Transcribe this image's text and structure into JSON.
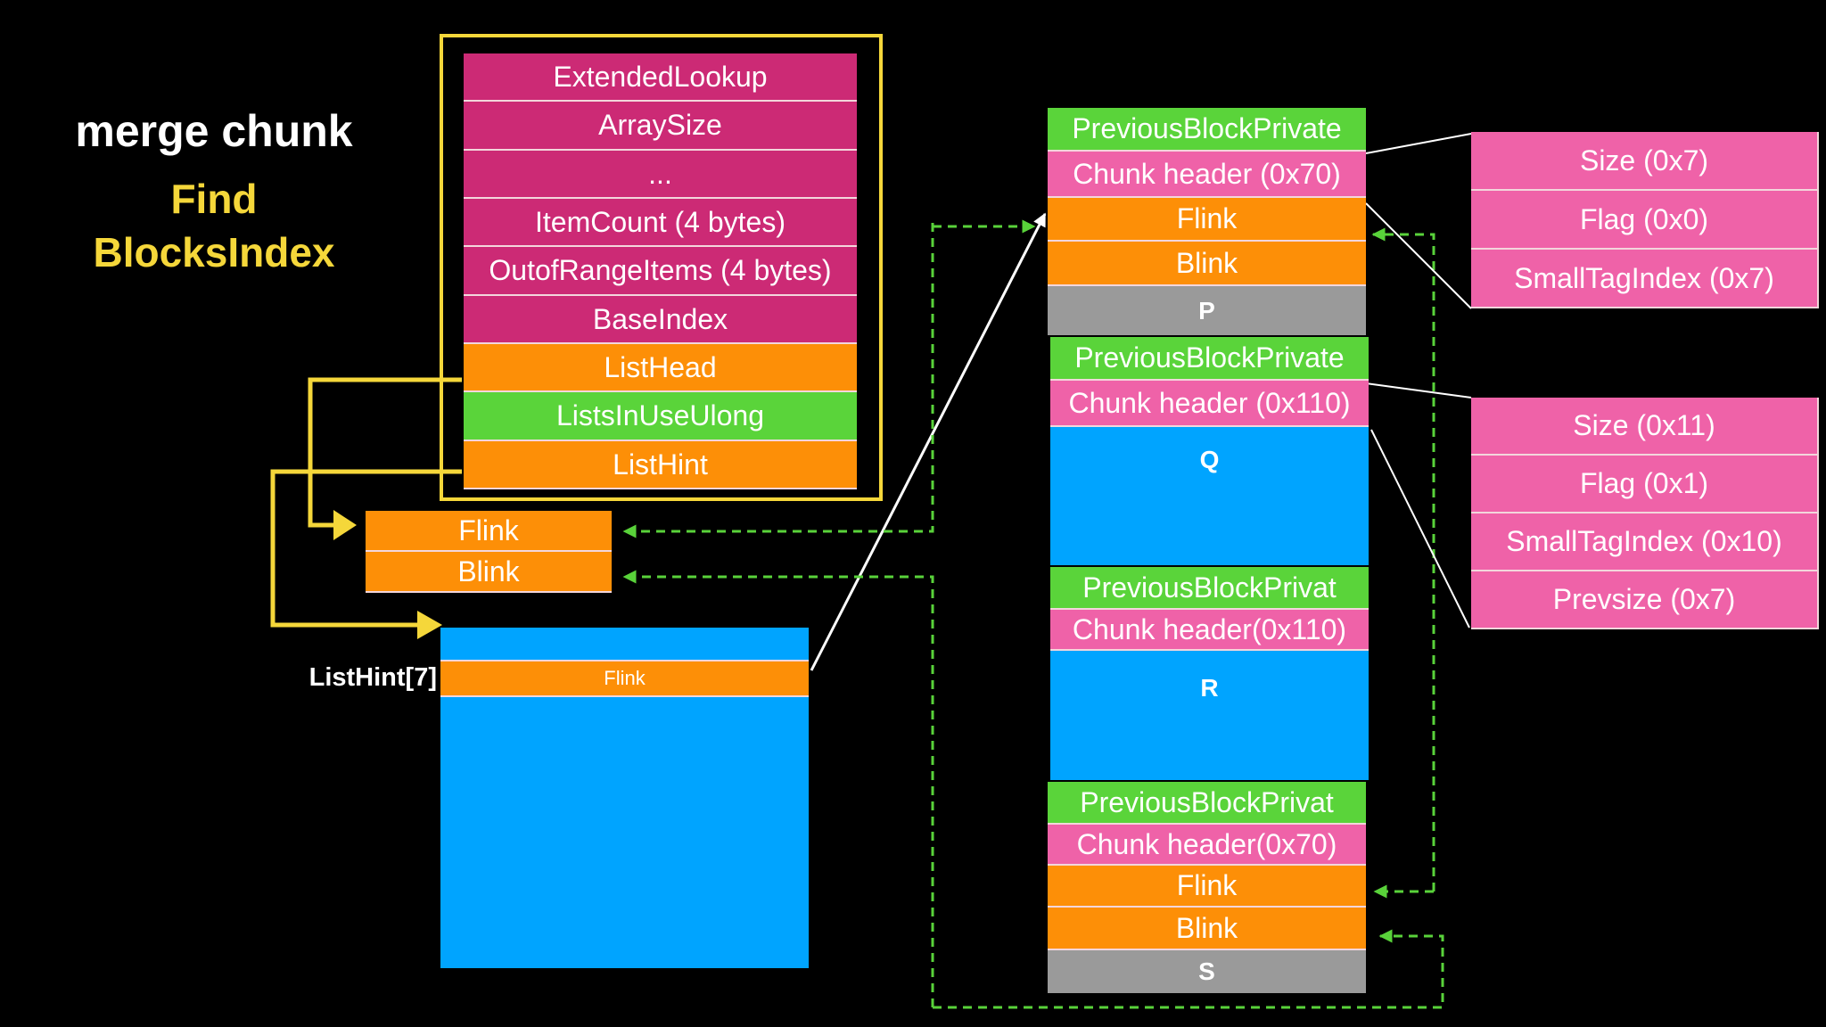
{
  "title": {
    "main": "merge chunk",
    "sub_line1": "Find",
    "sub_line2": "BlocksIndex"
  },
  "blocks_index": {
    "fields": [
      "ExtendedLookup",
      "ArraySize",
      "...",
      "ItemCount (4 bytes)",
      "OutofRangeItems (4 bytes)",
      "BaseIndex",
      "ListHead",
      "ListsInUseUlong",
      "ListHint"
    ]
  },
  "list_head": {
    "flink": "Flink",
    "blink": "Blink"
  },
  "list_hint": {
    "label": "ListHint[7]",
    "flink": "Flink"
  },
  "chunk_p": {
    "prev": "PreviousBlockPrivate",
    "header": "Chunk header (0x70)",
    "flink": "Flink",
    "blink": "Blink",
    "name": "P"
  },
  "chunk_q": {
    "prev": "PreviousBlockPrivate",
    "header": "Chunk header (0x110)",
    "name": "Q"
  },
  "chunk_r": {
    "prev": "PreviousBlockPrivat",
    "header": "Chunk header(0x110)",
    "name": "R"
  },
  "chunk_s": {
    "prev": "PreviousBlockPrivat",
    "header": "Chunk header(0x70)",
    "flink": "Flink",
    "blink": "Blink",
    "name": "S"
  },
  "header_p": {
    "fields": [
      "Size (0x7)",
      "Flag (0x0)",
      "SmallTagIndex (0x7)"
    ]
  },
  "header_q": {
    "fields": [
      "Size (0x11)",
      "Flag (0x1)",
      "SmallTagIndex (0x10)",
      "Prevsize (0x7)"
    ]
  },
  "colors": {
    "magenta": "#cc2a75",
    "orange": "#fd8f07",
    "green": "#5ad43a",
    "pink": "#ef62a8",
    "blue": "#00a4ff",
    "gray": "#9a9a9a",
    "yellow": "#f5d73a",
    "dashed_green": "#59d23a"
  }
}
